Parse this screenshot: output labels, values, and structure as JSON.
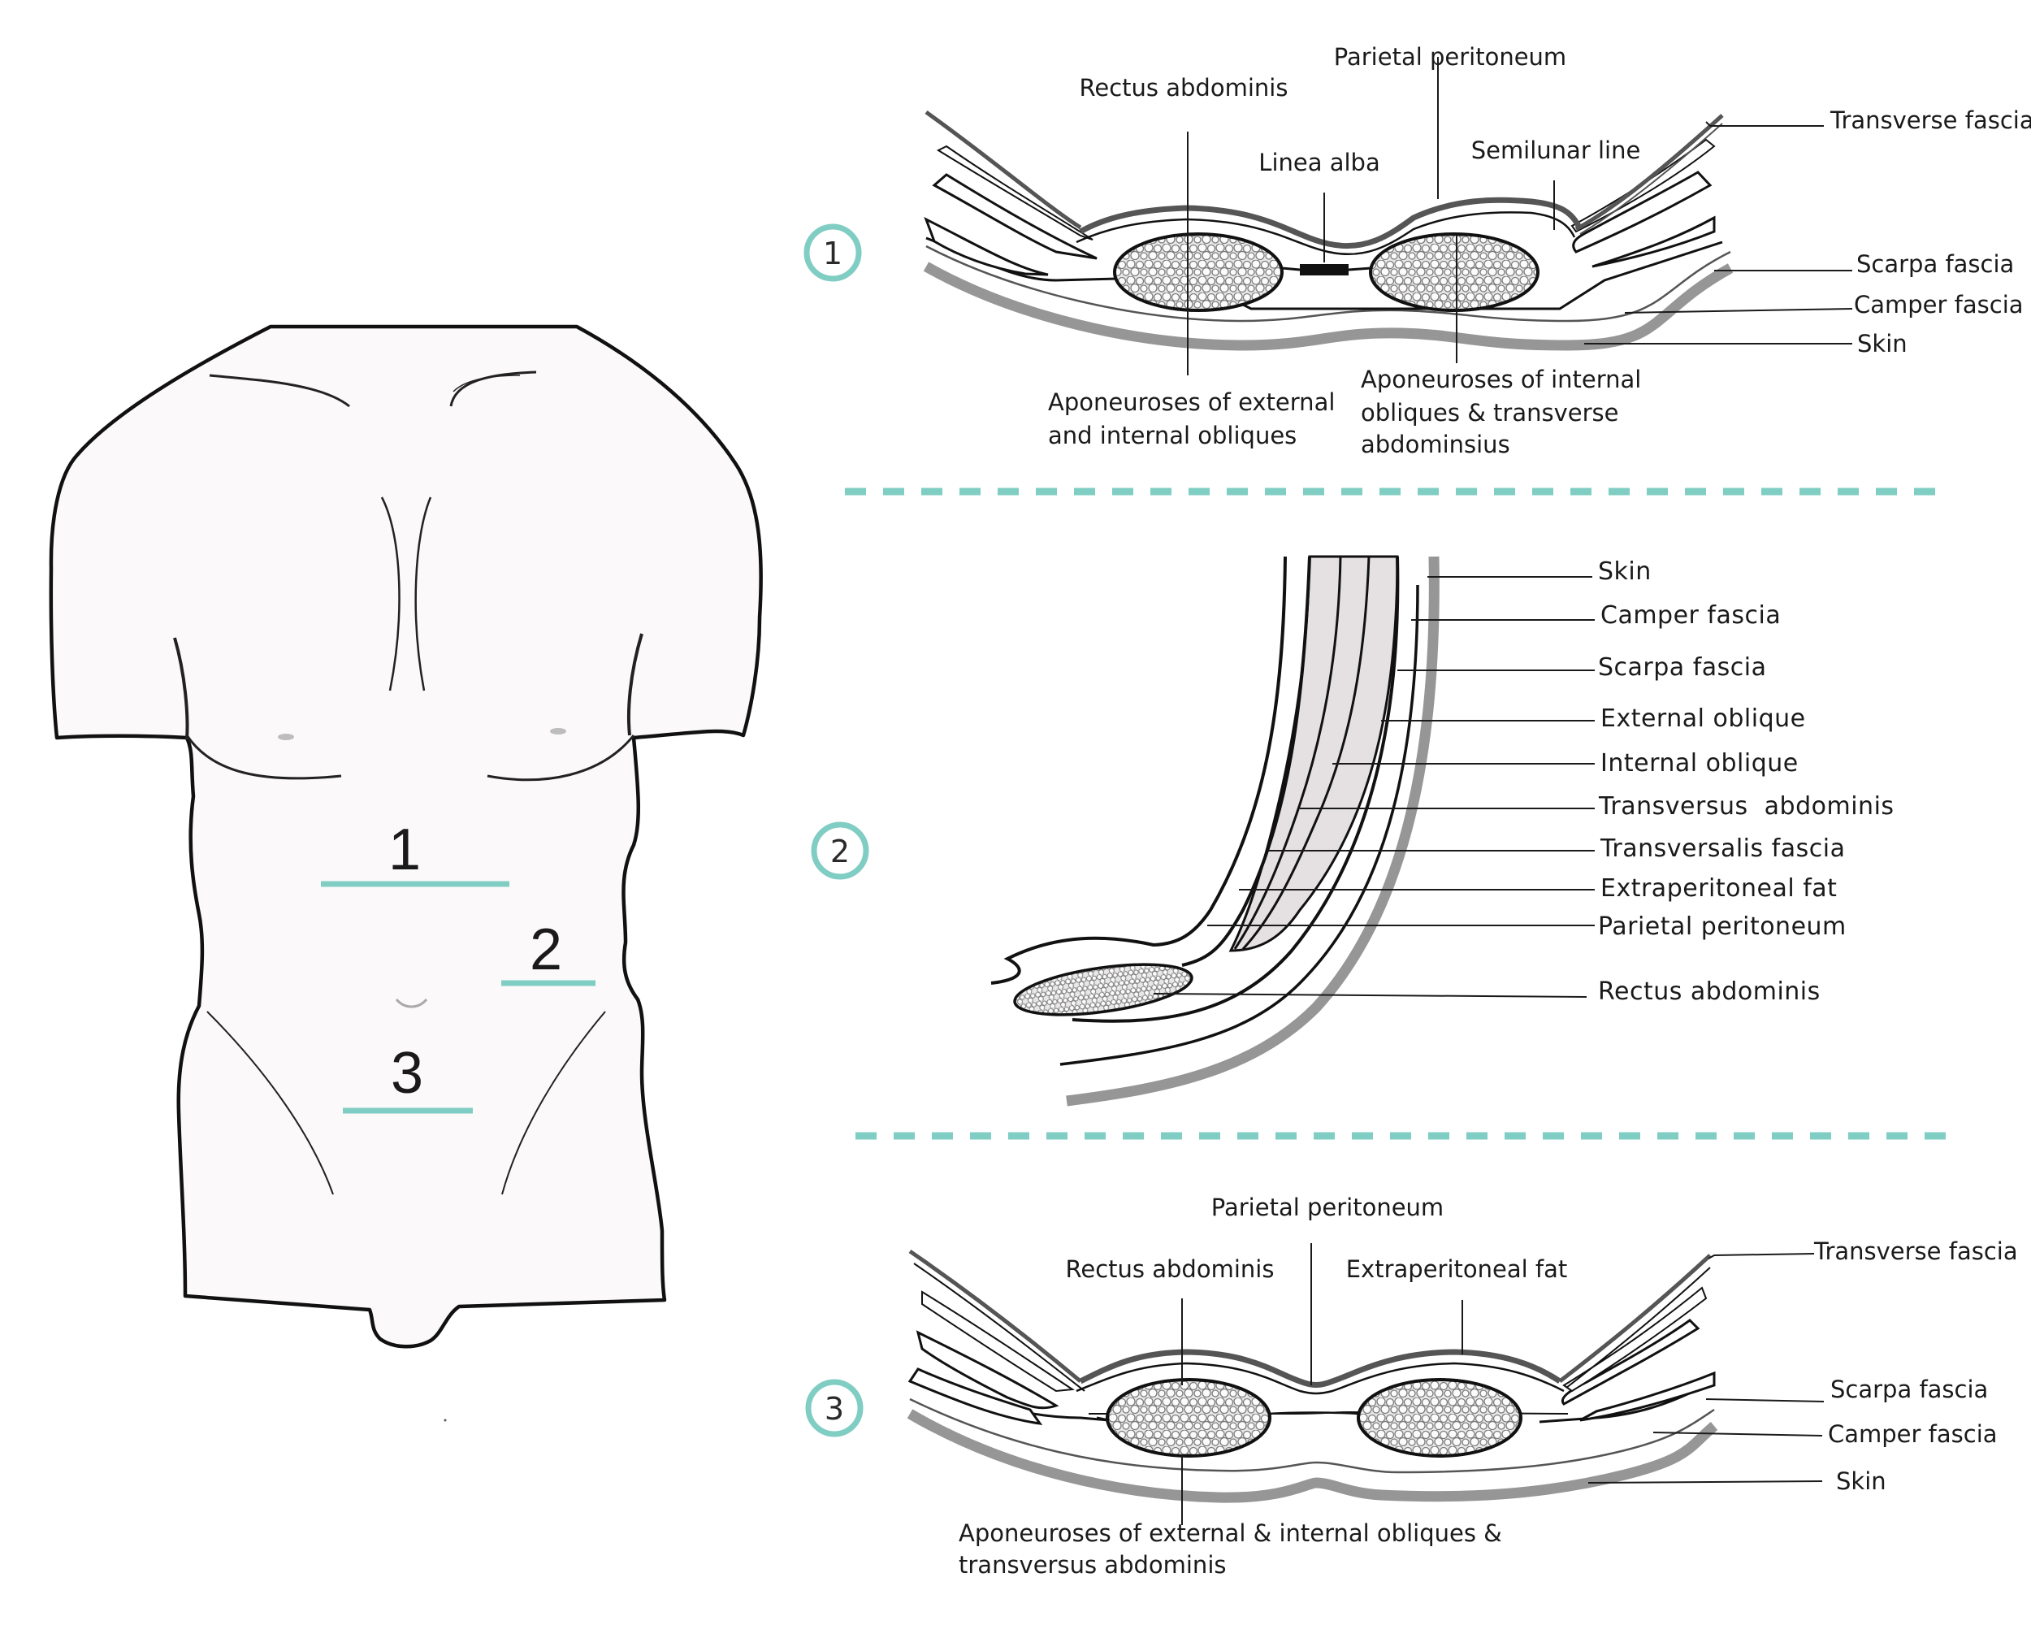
{
  "torso": {
    "section_marks": [
      {
        "number": "1"
      },
      {
        "number": "2"
      },
      {
        "number": "3"
      }
    ]
  },
  "badges": [
    "1",
    "2",
    "3"
  ],
  "panel1": {
    "labels": {
      "parietal_peritoneum": "Parietal peritoneum",
      "rectus_abdominis": "Rectus abdominis",
      "linea_alba": "Linea alba",
      "semilunar_line": "Semilunar line",
      "transverse_fascia": "Transverse fascia",
      "scarpa_fascia": "Scarpa fascia",
      "camper_fascia": "Camper fascia",
      "skin": "Skin",
      "apo_ext_int_1": "Aponeuroses of external",
      "apo_ext_int_2": "and internal obliques",
      "apo_int_tr_1": "Aponeuroses of internal",
      "apo_int_tr_2": "obliques & transverse",
      "apo_int_tr_3": "abdominsius"
    }
  },
  "panel2": {
    "labels": [
      "Skin",
      "Camper fascia",
      "Scarpa fascia",
      "External oblique",
      "Internal oblique",
      "Transversus  abdominis",
      "Transversalis fascia",
      "Extraperitoneal fat",
      "Parietal peritoneum",
      "Rectus abdominis"
    ]
  },
  "panel3": {
    "labels": {
      "parietal_peritoneum": "Parietal peritoneum",
      "rectus_abdominis": "Rectus abdominis",
      "extraperitoneal_fat": "Extraperitoneal fat",
      "transverse_fascia": "Transverse fascia",
      "scarpa_fascia": "Scarpa fascia",
      "camper_fascia": "Camper fascia",
      "skin": "Skin",
      "apo_1": "Aponeuroses of external & internal obliques &",
      "apo_2": "transversus abdominis"
    }
  },
  "colors": {
    "accent": "#7fcdc3",
    "torso_fill": "#fbf9fa",
    "muscle_fill": "#e5e1e2",
    "skin_stroke": "#969696"
  }
}
